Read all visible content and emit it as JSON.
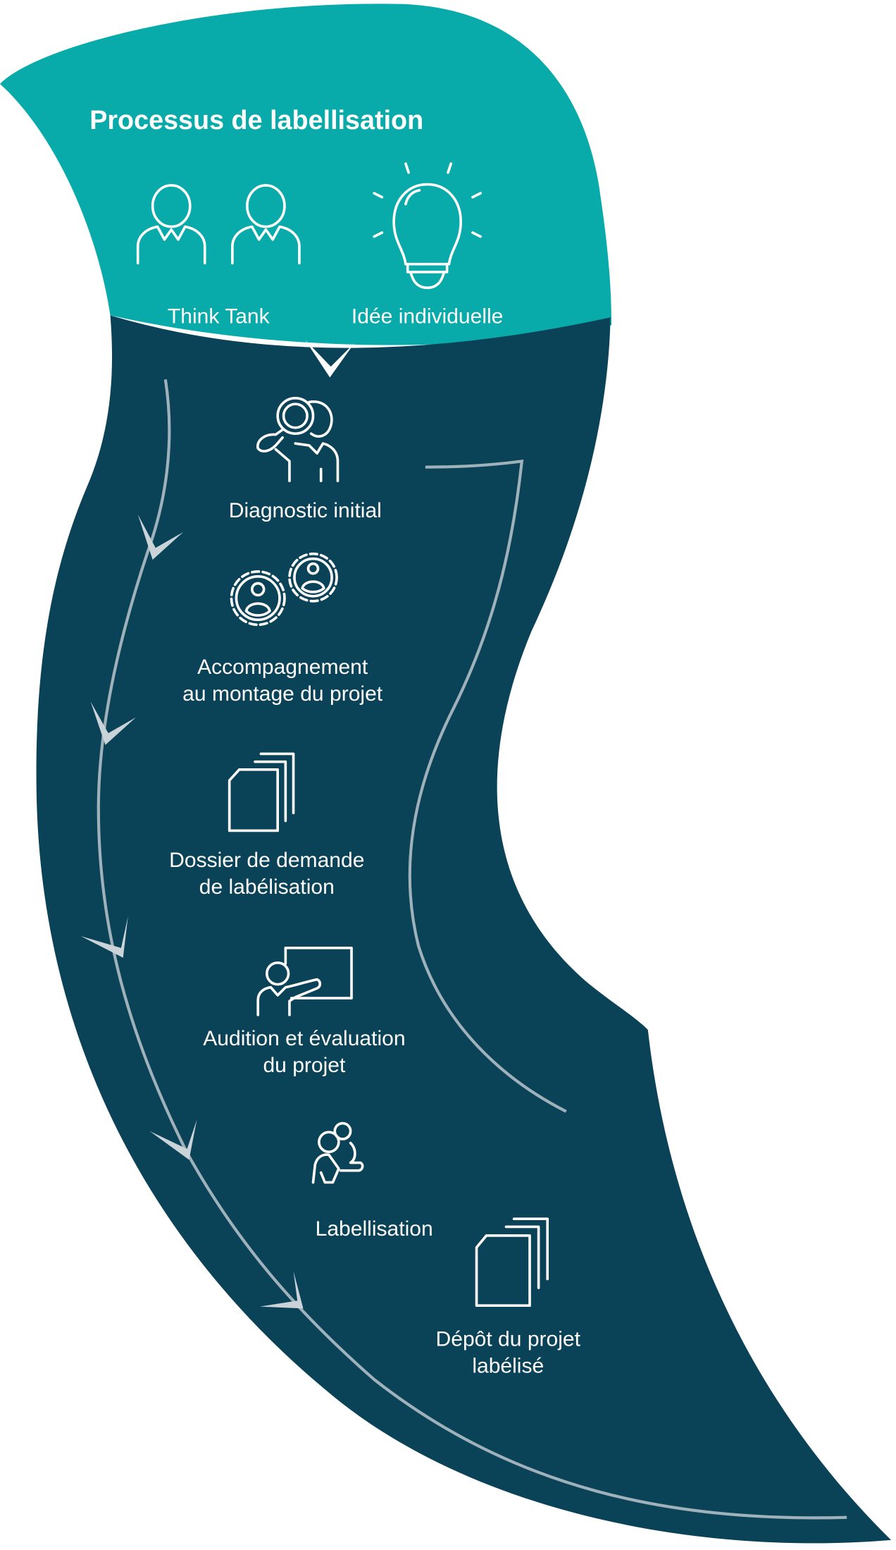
{
  "title": "Processus de labellisation",
  "colors": {
    "teal": "#09aaaa",
    "dark": "#0a4257",
    "arrow": "#9fb1ba",
    "text": "#ffffff"
  },
  "sources": [
    {
      "label": "Think Tank",
      "icon": "two-people-icon"
    },
    {
      "label": "Idée individuelle",
      "icon": "lightbulb-icon"
    }
  ],
  "steps": [
    {
      "lines": [
        "Diagnostic initial"
      ],
      "icon": "magnifier-person-icon"
    },
    {
      "lines": [
        "Accompagnement",
        "au montage du projet"
      ],
      "icon": "gears-people-icon"
    },
    {
      "lines": [
        "Dossier de demande",
        "de labélisation"
      ],
      "icon": "documents-icon"
    },
    {
      "lines": [
        "Audition et évaluation",
        "du projet"
      ],
      "icon": "presentation-icon"
    },
    {
      "lines": [
        "Labellisation"
      ],
      "icon": "meeting-icon"
    },
    {
      "lines": [
        "Dépôt du projet",
        "labélisé"
      ],
      "icon": "documents-icon"
    }
  ]
}
